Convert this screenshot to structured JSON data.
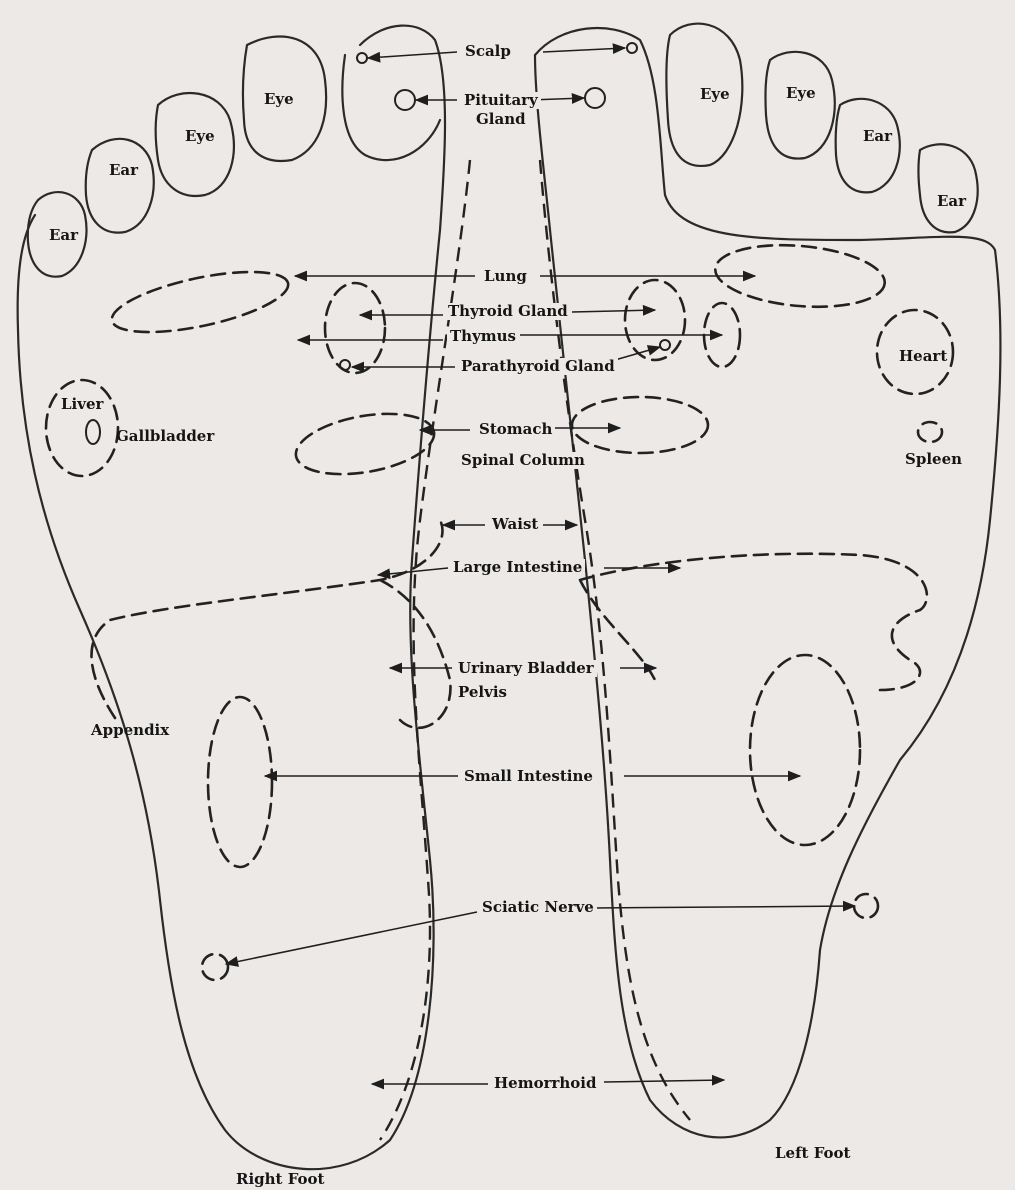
{
  "diagram": {
    "feet": {
      "right": "Right Foot",
      "left": "Left Foot"
    },
    "labels": {
      "scalp": "Scalp",
      "pituitary_1": "Pituitary",
      "pituitary_2": "Gland",
      "lung": "Lung",
      "thyroid": "Thyroid Gland",
      "thymus": "Thymus",
      "parathyroid": "Parathyroid Gland",
      "stomach": "Stomach",
      "spinal": "Spinal Column",
      "waist": "Waist",
      "large_intestine": "Large Intestine",
      "urinary": "Urinary Bladder",
      "pelvis": "Pelvis",
      "small_intestine": "Small Intestine",
      "sciatic": "Sciatic Nerve",
      "hemorrhoid": "Hemorrhoid",
      "liver": "Liver",
      "gallbladder": "Gallbladder",
      "appendix": "Appendix",
      "heart": "Heart",
      "spleen": "Spleen",
      "ear_r1": "Ear",
      "ear_r2": "Ear",
      "eye_r1": "Eye",
      "eye_r2": "Eye",
      "eye_l1": "Eye",
      "eye_l2": "Eye",
      "ear_l1": "Ear",
      "ear_l2": "Ear"
    }
  }
}
